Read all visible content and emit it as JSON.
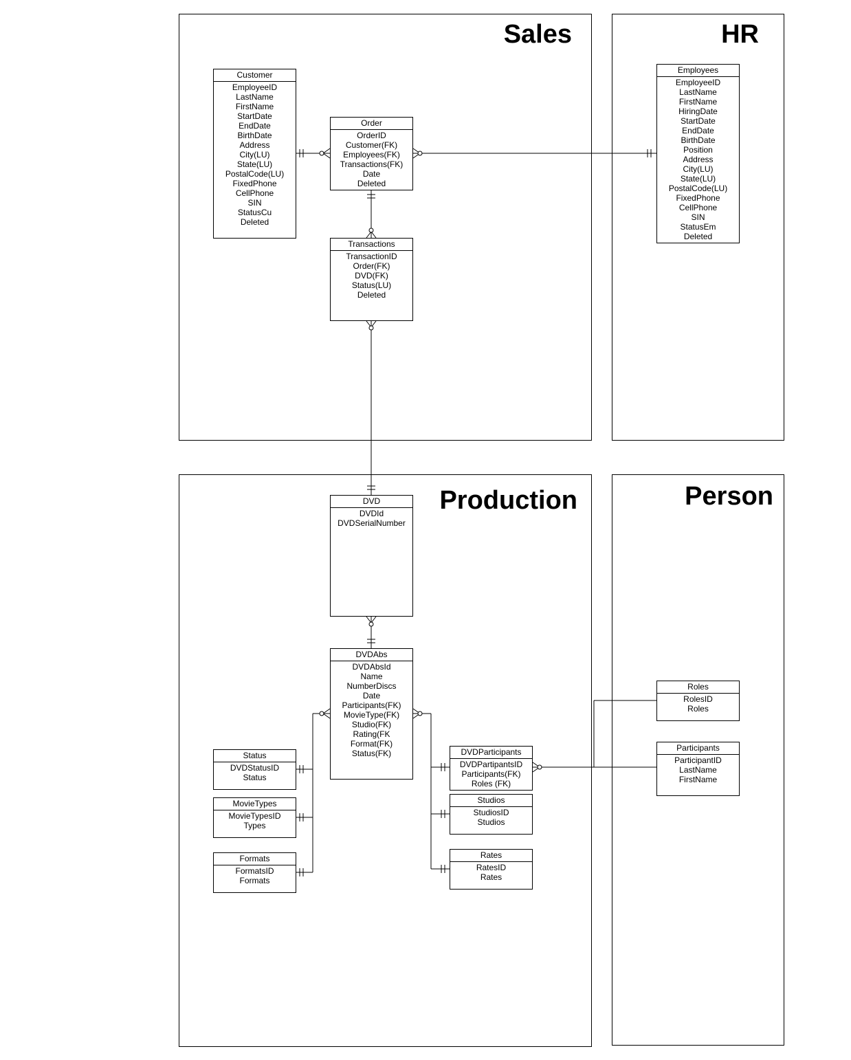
{
  "areas": {
    "sales": "Sales",
    "hr": "HR",
    "production": "Production",
    "person": "Person"
  },
  "entities": {
    "customer": {
      "title": "Customer",
      "fields": [
        "EmployeeID",
        "LastName",
        "FirstName",
        "StartDate",
        "EndDate",
        "BirthDate",
        "Address",
        "City(LU)",
        "State(LU)",
        "PostalCode(LU)",
        "FixedPhone",
        "CellPhone",
        "SIN",
        "StatusCu",
        "Deleted"
      ]
    },
    "order": {
      "title": "Order",
      "fields": [
        "OrderID",
        "Customer(FK)",
        "Employees(FK)",
        "Transactions(FK)",
        "Date",
        "Deleted"
      ]
    },
    "transactions": {
      "title": "Transactions",
      "fields": [
        "TransactionID",
        "Order(FK)",
        "DVD(FK)",
        "Status(LU)",
        "Deleted"
      ]
    },
    "employees": {
      "title": "Employees",
      "fields": [
        "EmployeeID",
        "LastName",
        "FirstName",
        "HiringDate",
        "StartDate",
        "EndDate",
        "BirthDate",
        "Position",
        "Address",
        "City(LU)",
        "State(LU)",
        "PostalCode(LU)",
        "FixedPhone",
        "CellPhone",
        "SIN",
        "StatusEm",
        "Deleted"
      ]
    },
    "dvd": {
      "title": "DVD",
      "fields": [
        "DVDId",
        "DVDSerialNumber"
      ]
    },
    "dvdabs": {
      "title": "DVDAbs",
      "fields": [
        "DVDAbsId",
        "Name",
        "NumberDiscs",
        "Date",
        "Participants(FK)",
        "MovieType(FK)",
        "Studio(FK)",
        "Rating(FK",
        "Format(FK)",
        "Status(FK)"
      ]
    },
    "status": {
      "title": "Status",
      "fields": [
        "DVDStatusID",
        "Status"
      ]
    },
    "movietypes": {
      "title": "MovieTypes",
      "fields": [
        "MovieTypesID",
        "Types"
      ]
    },
    "formats": {
      "title": "Formats",
      "fields": [
        "FormatsID",
        "Formats"
      ]
    },
    "dvdparticipants": {
      "title": "DVDParticipants",
      "fields": [
        "DVDPartipantsID",
        "Participants(FK)",
        "Roles (FK)"
      ]
    },
    "studios": {
      "title": "Studios",
      "fields": [
        "StudiosID",
        "Studios"
      ]
    },
    "rates": {
      "title": "Rates",
      "fields": [
        "RatesID",
        "Rates"
      ]
    },
    "roles": {
      "title": "Roles",
      "fields": [
        "RolesID",
        "Roles"
      ]
    },
    "participants": {
      "title": "Participants",
      "fields": [
        "ParticipantID",
        "LastName",
        "FirstName"
      ]
    }
  }
}
